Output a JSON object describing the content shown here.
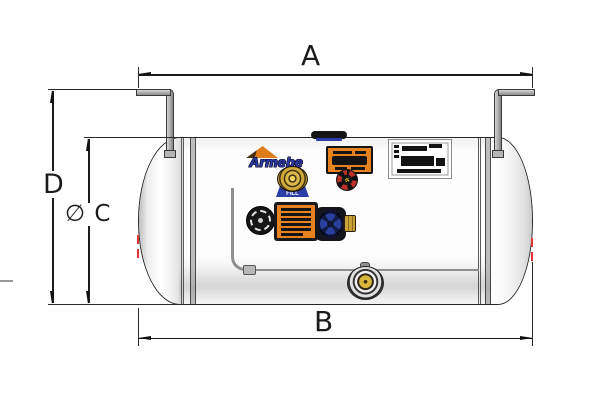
{
  "drawing": {
    "type": "technical-dimension-drawing",
    "subject": "horizontal cylindrical tank with mounting brackets",
    "dimensions": {
      "overall_width_label": "A",
      "overall_length_label": "B",
      "diameter_label": "∅ C",
      "overall_height_label": "D"
    },
    "branding": {
      "logo_text": "Armebe",
      "fill_point_text": "FILL"
    },
    "fittings": [
      "top-fitting",
      "fill-cap",
      "warning-label-top",
      "valve-handwheel-badge",
      "data-plate",
      "round-service-knob",
      "warning-label-bottom",
      "multivalve",
      "brass-outlet",
      "filler-flange",
      "fill-pipe"
    ],
    "colors": {
      "line_black": "#1c1c1c",
      "metal_gray": "#9a9a9a",
      "brand_blue": "#2d3da8",
      "label_orange": "#e8821e",
      "brass_gold": "#c9a23a",
      "centerline_red": "#e23232"
    }
  }
}
